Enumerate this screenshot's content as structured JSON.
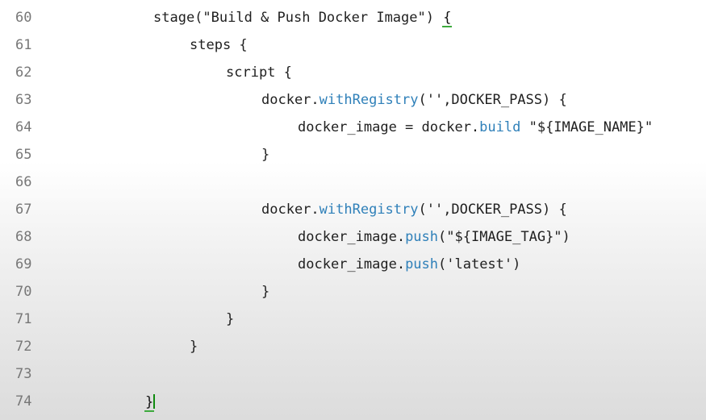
{
  "editor": {
    "lines": [
      {
        "num": "60",
        "tokens": [
          {
            "t": "stage(\"Build & Push Docker Image\") ",
            "c": "plain"
          },
          {
            "t": "{",
            "c": "brace match"
          }
        ]
      },
      {
        "num": "61",
        "tokens": [
          {
            "t": "steps {",
            "c": "plain"
          }
        ]
      },
      {
        "num": "62",
        "tokens": [
          {
            "t": "script {",
            "c": "plain"
          }
        ]
      },
      {
        "num": "63",
        "tokens": [
          {
            "t": "docker.",
            "c": "plain"
          },
          {
            "t": "withRegistry",
            "c": "method"
          },
          {
            "t": "('',DOCKER_PASS) {",
            "c": "plain"
          }
        ]
      },
      {
        "num": "64",
        "tokens": [
          {
            "t": "docker_image = docker.",
            "c": "plain"
          },
          {
            "t": "build",
            "c": "method"
          },
          {
            "t": " \"${IMAGE_NAME}\"",
            "c": "plain"
          }
        ]
      },
      {
        "num": "65",
        "tokens": [
          {
            "t": "}",
            "c": "plain"
          }
        ]
      },
      {
        "num": "66",
        "tokens": []
      },
      {
        "num": "67",
        "tokens": [
          {
            "t": "docker.",
            "c": "plain"
          },
          {
            "t": "withRegistry",
            "c": "method"
          },
          {
            "t": "('',DOCKER_PASS) {",
            "c": "plain"
          }
        ]
      },
      {
        "num": "68",
        "tokens": [
          {
            "t": "docker_image.",
            "c": "plain"
          },
          {
            "t": "push",
            "c": "method"
          },
          {
            "t": "(\"${IMAGE_TAG}\")",
            "c": "plain"
          }
        ]
      },
      {
        "num": "69",
        "tokens": [
          {
            "t": "docker_image.",
            "c": "plain"
          },
          {
            "t": "push",
            "c": "method"
          },
          {
            "t": "('latest')",
            "c": "plain"
          }
        ]
      },
      {
        "num": "70",
        "tokens": [
          {
            "t": "}",
            "c": "plain"
          }
        ]
      },
      {
        "num": "71",
        "tokens": [
          {
            "t": "}",
            "c": "plain"
          }
        ]
      },
      {
        "num": "72",
        "tokens": [
          {
            "t": "}",
            "c": "plain"
          }
        ]
      },
      {
        "num": "73",
        "tokens": []
      },
      {
        "num": "74",
        "tokens": [
          {
            "t": "}",
            "c": "brace match"
          }
        ]
      }
    ]
  },
  "colors": {
    "method": "#2f80b9",
    "text": "#1f1f1f",
    "line_number": "#777777",
    "bracket_match": "#3daa3d"
  }
}
